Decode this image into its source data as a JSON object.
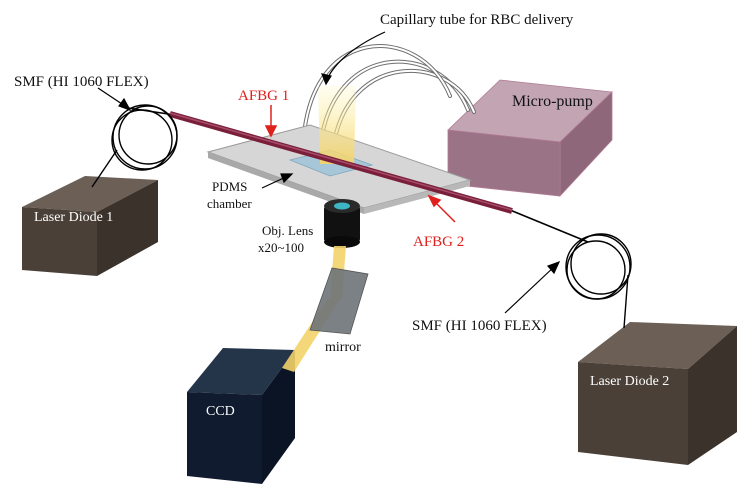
{
  "labels": {
    "capillary": "Capillary tube for RBC delivery",
    "smf_left": "SMF (HI 1060 FLEX)",
    "smf_right": "SMF (HI 1060 FLEX)",
    "afbg1": "AFBG 1",
    "afbg2": "AFBG 2",
    "micropump": "Micro-pump",
    "pdms_line1": "PDMS",
    "pdms_line2": "chamber",
    "laser1": "Laser Diode 1",
    "laser2": "Laser Diode 2",
    "obj_line1": "Obj. Lens",
    "obj_line2": "x20~100",
    "mirror": "mirror",
    "ccd": "CCD"
  },
  "colors": {
    "afbg_text": "#e0201c",
    "fiber_grating": "#7a1f3a",
    "laser_box": "#4a4038",
    "ccd_box": "#0f1a2e",
    "micropump_box": "#8a5a72",
    "chamber": "#c8c8c8",
    "beam": "#f3d36a"
  }
}
